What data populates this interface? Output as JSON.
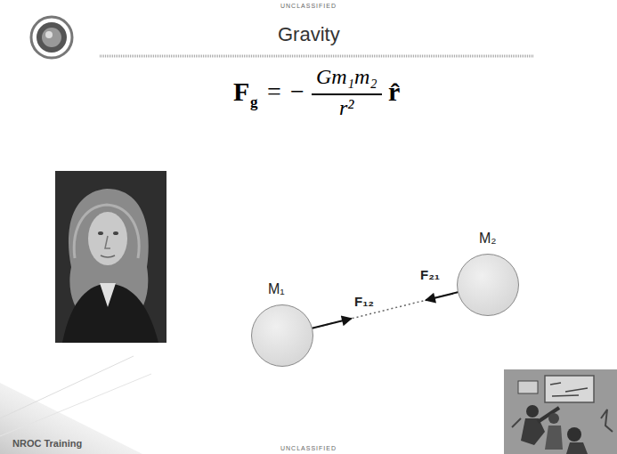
{
  "diagram": {
    "title": "Gravity",
    "nodes": [
      {
        "text": [
          "M₁"
        ]
      },
      {
        "text": [
          "M₂"
        ]
      }
    ],
    "edges": [
      {
        "from": 0,
        "to": 1,
        "arrow": "none"
      }
    ],
    "labels": [
      "UNCLASSIFIED",
      "F",
      "g",
      "=",
      "−",
      "Gm₁m₂",
      "r²",
      "r̂",
      "F₁₂",
      "F₂₁",
      "NROC Training",
      "UNCLASSIFIED"
    ]
  }
}
